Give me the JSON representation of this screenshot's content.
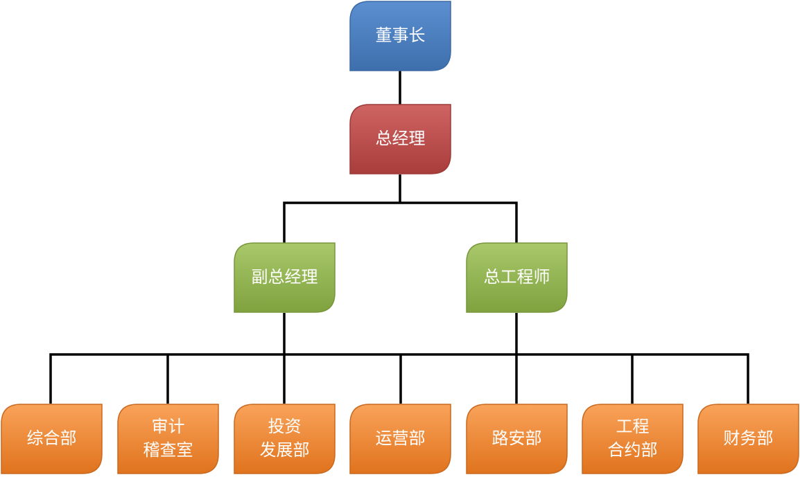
{
  "diagram": {
    "nodes": {
      "chairman": {
        "lines": [
          "董事长"
        ],
        "color": "#4f81bd"
      },
      "general_manager": {
        "lines": [
          "总经理"
        ],
        "color": "#c0504d"
      },
      "deputy_general_manager": {
        "lines": [
          "副总经理"
        ],
        "color": "#9bbb59"
      },
      "chief_engineer": {
        "lines": [
          "总工程师"
        ],
        "color": "#9bbb59"
      },
      "departments": [
        {
          "lines": [
            "综合部"
          ],
          "color": "#f79646"
        },
        {
          "lines": [
            "审计",
            "稽查室"
          ],
          "color": "#f79646"
        },
        {
          "lines": [
            "投资",
            "发展部"
          ],
          "color": "#f79646"
        },
        {
          "lines": [
            "运营部"
          ],
          "color": "#f79646"
        },
        {
          "lines": [
            "路安部"
          ],
          "color": "#f79646"
        },
        {
          "lines": [
            "工程",
            "合约部"
          ],
          "color": "#f79646"
        },
        {
          "lines": [
            "财务部"
          ],
          "color": "#f79646"
        }
      ]
    }
  }
}
